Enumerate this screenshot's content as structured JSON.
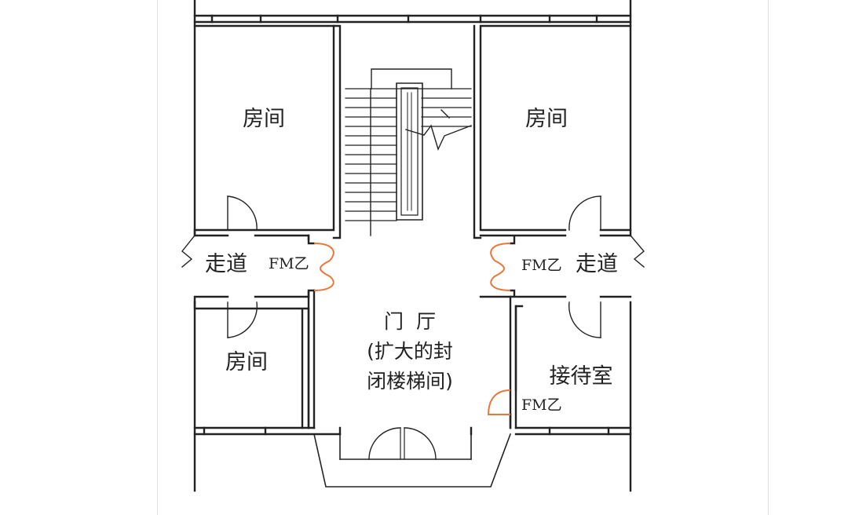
{
  "diagram": {
    "rooms": {
      "top_left": "房间",
      "top_right": "房间",
      "bottom_left": "房间",
      "reception": "接待室"
    },
    "corridors": {
      "left": "走道",
      "right": "走道"
    },
    "hall": {
      "title": "门  厅",
      "line1": "(扩大的封",
      "line2": "闭楼梯间)"
    },
    "fire_doors": {
      "left": "FM乙",
      "right": "FM乙",
      "reception": "FM乙"
    },
    "colors": {
      "wall": "#222222",
      "fire_door": "#e8773a",
      "background": "#ffffff"
    }
  }
}
